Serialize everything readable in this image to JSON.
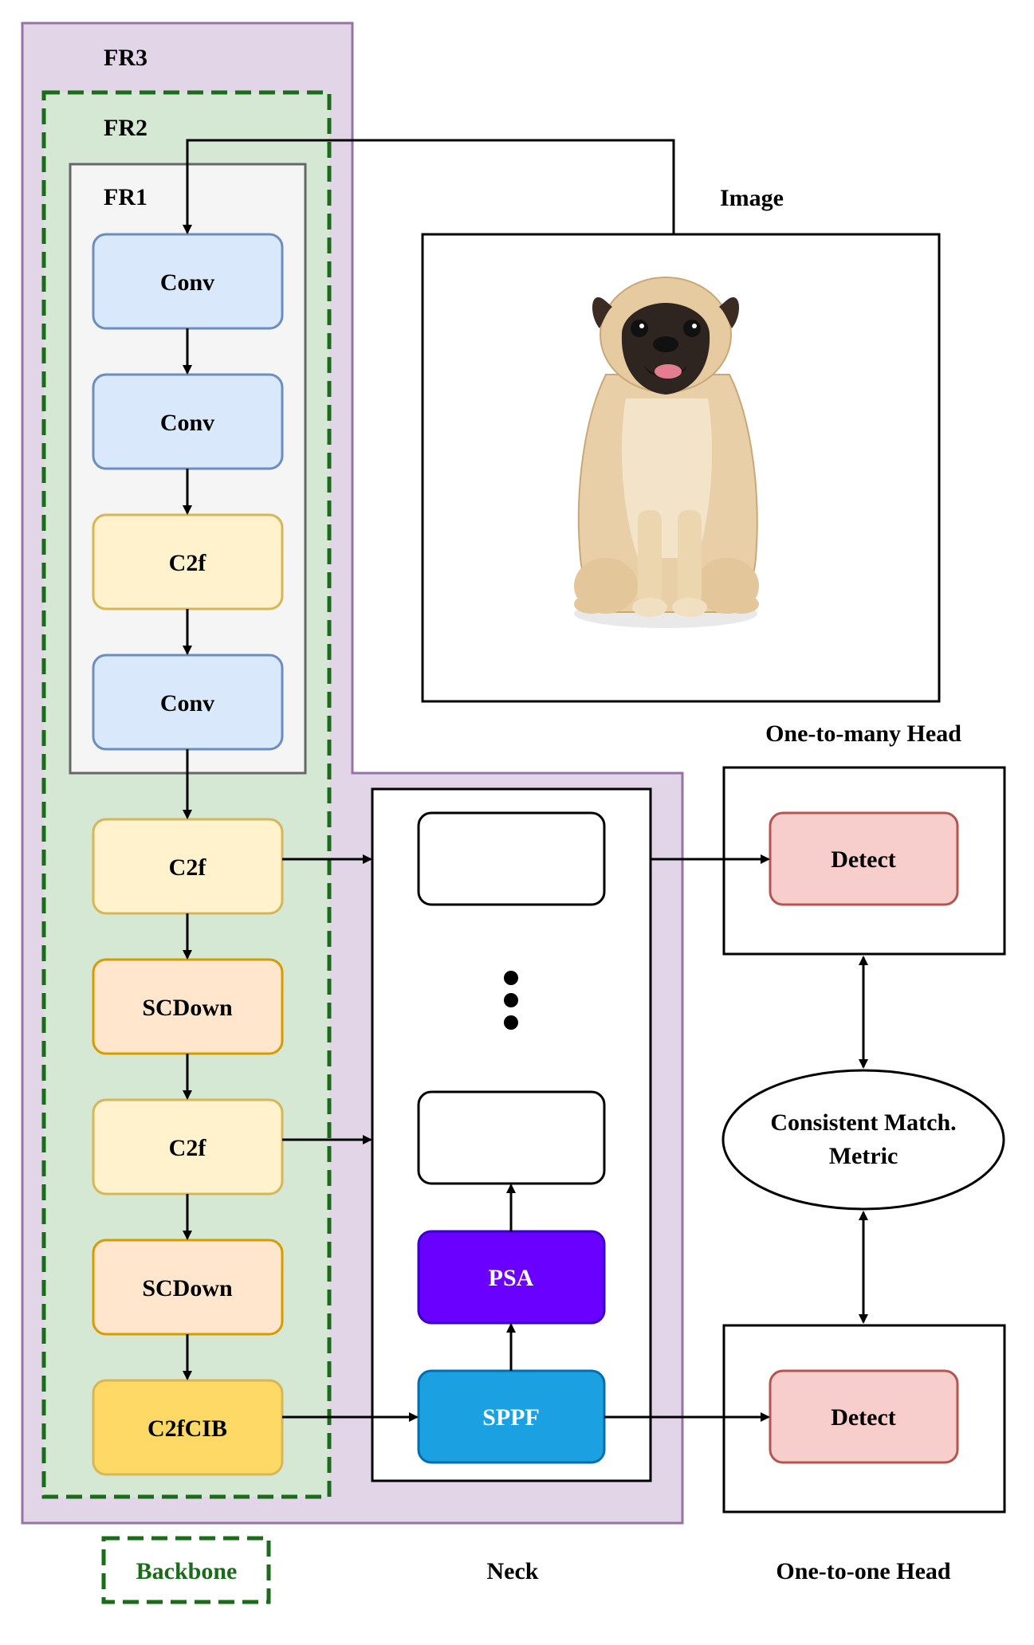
{
  "regions": {
    "fr3": "FR3",
    "fr2": "FR2",
    "fr1": "FR1"
  },
  "backbone": {
    "blocks": [
      "Conv",
      "Conv",
      "C2f",
      "Conv",
      "C2f",
      "SCDown",
      "C2f",
      "SCDown",
      "C2fCIB"
    ],
    "legend_label": "Backbone"
  },
  "image": {
    "title": "Image",
    "content": "pug-dog"
  },
  "neck": {
    "label": "Neck",
    "blocks": [
      "PSA",
      "SPPF"
    ]
  },
  "heads": {
    "one_to_many": {
      "title": "One-to-many Head",
      "block": "Detect"
    },
    "one_to_one": {
      "title": "One-to-one Head",
      "block": "Detect"
    },
    "metric": [
      "Consistent Match.",
      "Metric"
    ]
  },
  "colors": {
    "fr3_fill": "#e1d5e7",
    "fr3_stroke": "#9673a6",
    "fr2_fill": "#d5e8d4",
    "fr2_stroke": "#1a6b1a",
    "fr1_fill": "#f5f5f5",
    "fr1_stroke": "#666666",
    "conv": "#dae8fc",
    "conv_stroke": "#6c8ebf",
    "c2f": "#fff2cc",
    "c2f_stroke": "#d6b656",
    "scdown": "#ffe6cc",
    "scdown_stroke": "#d79b00",
    "c2fcib": "#ffd966",
    "c2fcib_stroke": "#d6b656",
    "psa": "#6a00ff",
    "sppf": "#1ba1e2",
    "detect": "#f8cecc",
    "detect_stroke": "#b85450"
  }
}
